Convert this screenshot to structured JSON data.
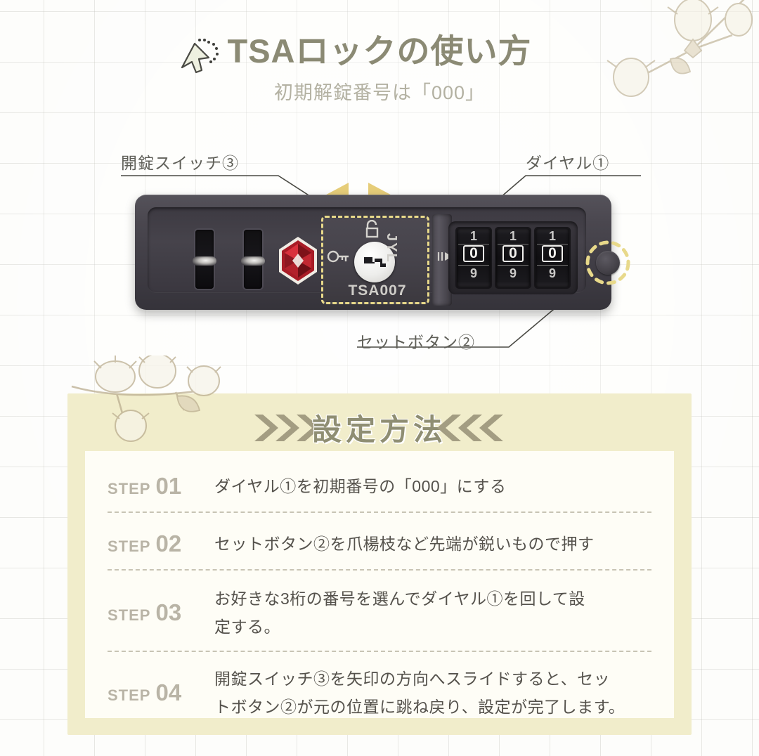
{
  "header": {
    "title": "TSAロックの使い方",
    "subtitle": "初期解錠番号は「000」",
    "cursor_icon": "click-cursor-icon",
    "decor_icon": "cotton-branch-icon"
  },
  "diagram": {
    "callouts": [
      {
        "label": "開錠スイッチ③",
        "target": "unlock-switch"
      },
      {
        "label": "ダイヤル①",
        "target": "dial"
      },
      {
        "label": "セットボタン②",
        "target": "set-button"
      }
    ],
    "lock": {
      "brand_mark": "TSA007",
      "maker_mark": "JYL",
      "logo_icon": "tsa-red-diamond-icon",
      "padlock_icon": "padlock-icon",
      "key_icon": "key-icon",
      "arrow_icon": "right-arrow-icon",
      "dials": [
        {
          "previous": "1",
          "current": "0",
          "next": "9"
        },
        {
          "previous": "1",
          "current": "0",
          "next": "9"
        },
        {
          "previous": "1",
          "current": "0",
          "next": "9"
        }
      ],
      "dial_value": "000",
      "slide_arrows": [
        "left-arrow",
        "right-arrow"
      ],
      "highlight_color": "#e8d98a",
      "body_color": "#46434b"
    }
  },
  "setup": {
    "heading": "設定方法",
    "chevron_left_icon": "chevrons-right-icon",
    "chevron_right_icon": "chevrons-left-icon",
    "steps": [
      {
        "word": "STEP",
        "number": "01",
        "lines": [
          "ダイヤル①を初期番号の「000」にする"
        ]
      },
      {
        "word": "STEP",
        "number": "02",
        "lines": [
          "セットボタン②を爪楊枝など先端が鋭いもので押す"
        ]
      },
      {
        "word": "STEP",
        "number": "03",
        "lines": [
          "お好きな3桁の番号を選んでダイヤル①を回して設",
          "定する。"
        ]
      },
      {
        "word": "STEP",
        "number": "04",
        "lines": [
          "開錠スイッチ③を矢印の方向へスライドすると、セッ",
          "トボタン②が元の位置に跳ね戻り、設定が完了します。"
        ]
      }
    ]
  },
  "colors": {
    "background": "#fdfdfb",
    "panel": "#f1edcb",
    "panel_inner": "#fefdf6",
    "title_text": "#8b8a74",
    "body_text": "#55524c",
    "step_label": "#b9b4a6",
    "accent_gold": "#e8d98a",
    "tsa_red": "#b5202c"
  }
}
